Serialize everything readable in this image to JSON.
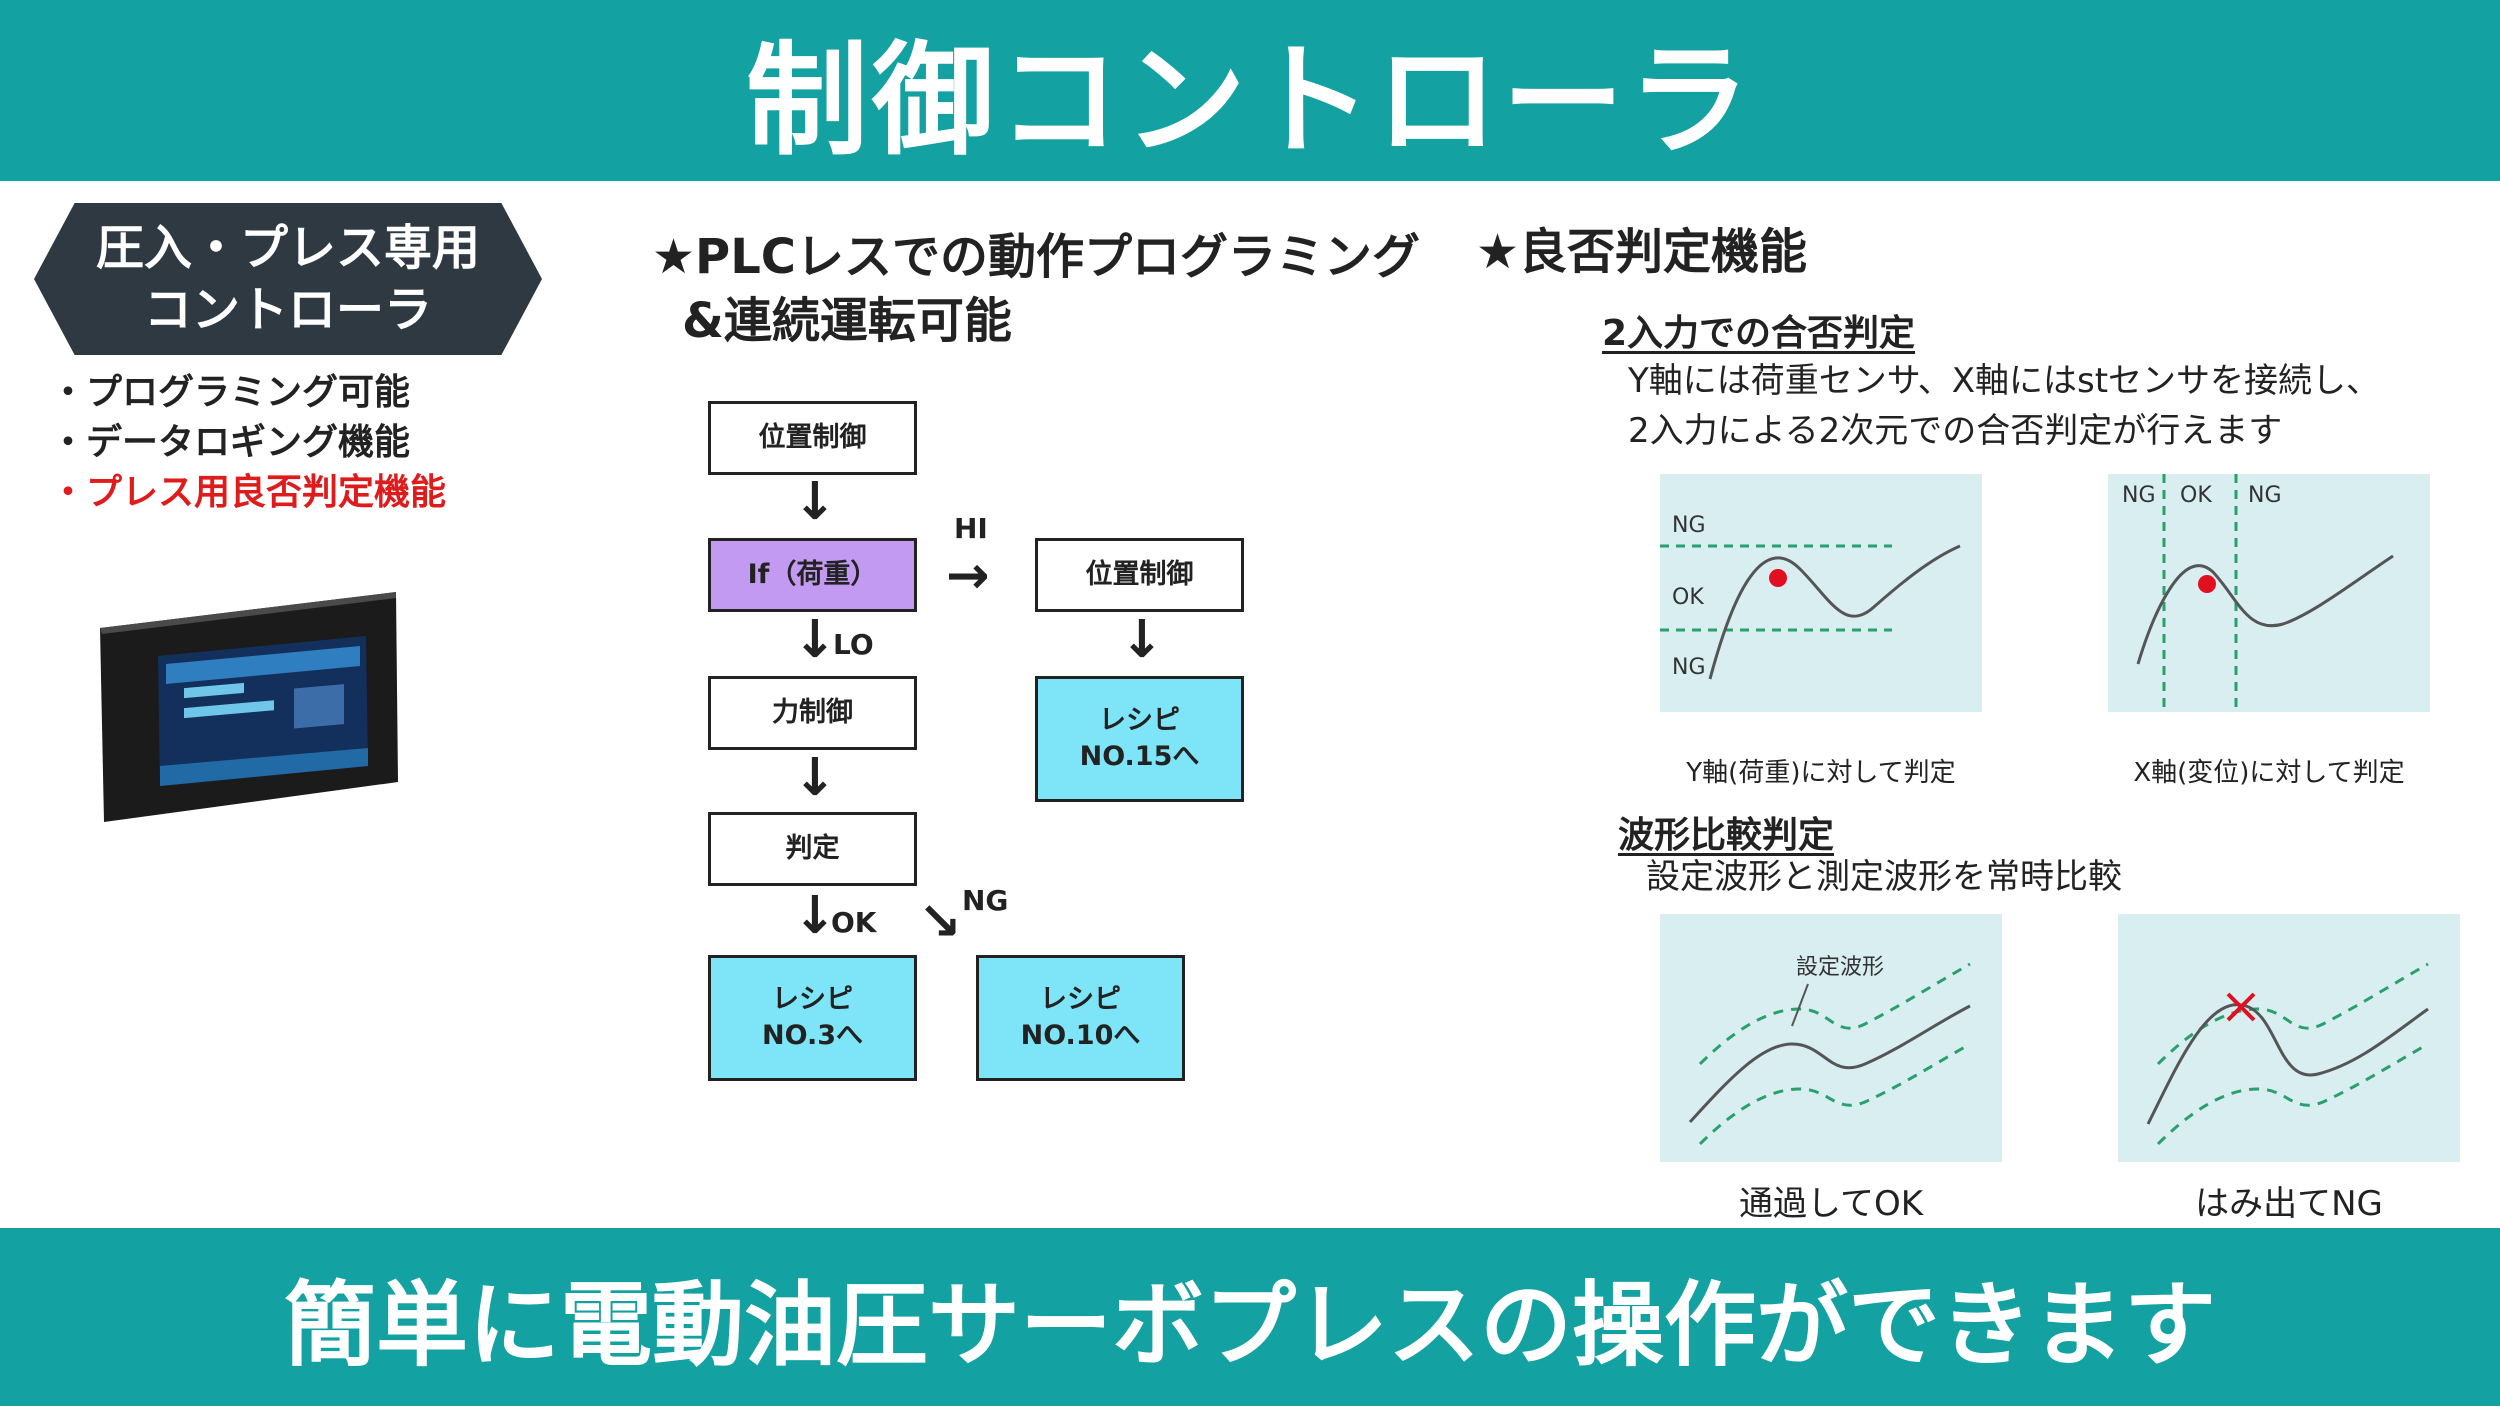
{
  "header": {
    "title": "制御コントローラ"
  },
  "footer": {
    "tagline": "簡単に電動油圧サーボプレスの操作ができます"
  },
  "left": {
    "badge": [
      "圧入・プレス専用",
      "コントローラ"
    ],
    "features": [
      {
        "text": "・プログラミング可能",
        "highlight": false
      },
      {
        "text": "・データロギング機能",
        "highlight": false
      },
      {
        "text": "・プレス用良否判定機能",
        "highlight": true
      }
    ],
    "accent_color": "#e01b1b"
  },
  "middle": {
    "heading": [
      "★PLCレスでの動作プログラミング",
      "&連続運転可能"
    ],
    "flow": {
      "position_control": "位置制御",
      "if_load": "If（荷重）",
      "force_control": "力制御",
      "judgement": "判定",
      "hi_position_control": "位置制御",
      "recipe15": [
        "レシピ",
        "NO.15へ"
      ],
      "recipe3": [
        "レシピ",
        "NO.3へ"
      ],
      "recipe10": [
        "レシピ",
        "NO.10へ"
      ],
      "label_hi": "HI",
      "label_lo": "LO",
      "label_ok": "OK",
      "label_ng": "NG",
      "arrow_down": "↓",
      "arrow_right": "→",
      "arrow_diag": "↘"
    }
  },
  "right": {
    "heading": "★良否判定機能",
    "section1": {
      "title": "2入力での合否判定",
      "desc": [
        "Y軸には荷重センサ、X軸にはstセンサを接続し、",
        "2入力による2次元での合否判定が行えます"
      ],
      "chart_y": {
        "labels": [
          "NG",
          "OK",
          "NG"
        ],
        "caption": "Y軸(荷重)に対して判定"
      },
      "chart_x": {
        "labels": [
          "NG",
          "OK",
          "NG"
        ],
        "caption": "X軸(変位)に対して判定"
      }
    },
    "section2": {
      "title": "波形比較判定",
      "desc": "設定波形と測定波形を常時比較",
      "panel_label": "設定波形",
      "caption_ok": "通過してOK",
      "caption_ng": "はみ出てNG"
    }
  }
}
